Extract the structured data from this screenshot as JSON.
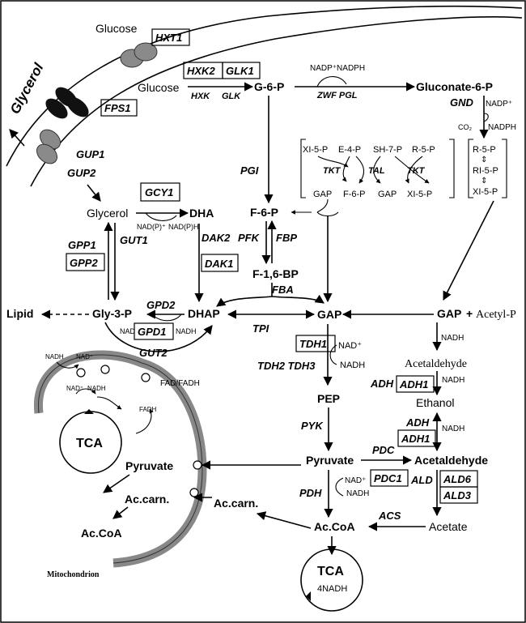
{
  "membrane": {
    "glycerol_label": "Glycerol",
    "glucose_out": "Glucose",
    "hxt1": "HXT1",
    "fps1": "FPS1",
    "gup1": "GUP1",
    "gup2": "GUP2"
  },
  "upper": {
    "glucose_in": "Glucose",
    "hxk2": "HXK2",
    "glk1": "GLK1",
    "hxk": "HXK",
    "glk": "GLK",
    "g6p": "G-6-P",
    "nadp_nadph": "NADP⁺NADPH",
    "zwf_pgl": "ZWF PGL",
    "gluconate": "Gluconate-6-P",
    "gnd": "GND",
    "nadp_plus": "NADP⁺",
    "co2": "CO₂",
    "nadph": "NADPH",
    "pgi": "PGI"
  },
  "ppp": {
    "xi5p_a": "XI-5-P",
    "e4p": "E-4-P",
    "sh7p": "SH-7-P",
    "r5p_a": "R-5-P",
    "tkt_a": "TKT",
    "tal": "TAL",
    "tkt_b": "TKT",
    "gap_a": "GAP",
    "f6p_a": "F-6-P",
    "gap_b": "GAP",
    "xi5p_b": "XI-5-P",
    "r5p_b": "R-5-P",
    "ri5p": "RI-5-P",
    "xi5p_c": "XI-5-P"
  },
  "glycerol_branch": {
    "gcy1": "GCY1",
    "glycerol": "Glycerol",
    "dha": "DHA",
    "nadp_plus": "NAD(P)⁺",
    "nadph": "NAD(P)H",
    "gpp1": "GPP1",
    "gut1": "GUT1",
    "gpp2": "GPP2",
    "dak2": "DAK2",
    "dak1": "DAK1",
    "lipid": "Lipid",
    "gly3p": "Gly-3-P",
    "gpd2": "GPD2",
    "nad": "NAD",
    "gpd1": "GPD1",
    "nadh": "NADH",
    "dhap": "DHAP",
    "gut2": "GUT2",
    "tpi": "TPI"
  },
  "glycolysis": {
    "f6p": "F-6-P",
    "pfk": "PFK",
    "fbp": "FBP",
    "f16bp": "F-1,6-BP",
    "fba": "FBA",
    "gap": "GAP",
    "tdh1": "TDH1",
    "nad_plus": "NAD⁺",
    "tdh23": "TDH2 TDH3",
    "nadh": "NADH",
    "pep": "PEP",
    "pyk": "PYK",
    "pyruvate": "Pyruvate",
    "pdc": "PDC",
    "pdc1": "PDC1",
    "nad_plus2": "NAD⁺",
    "nadh2": "NADH",
    "acetaldehyde": "Acetaldehyde",
    "pdh": "PDH",
    "ald": "ALD",
    "ald6": "ALD6",
    "ald3": "ALD3",
    "acs": "ACS",
    "acoa": "Ac.CoA",
    "acetate": "Acetate",
    "tca": "TCA",
    "four_nadh": "4NADH"
  },
  "phosphoketolase": {
    "gap": "GAP",
    "plus": "+",
    "acetylp": "Acetyl-P",
    "nadh": "NADH",
    "acetaldehyde": "Acetaldehyde",
    "adh": "ADH",
    "adh1": "ADH1",
    "nadh2": "NADH",
    "ethanol": "Ethanol",
    "adh_b": "ADH",
    "adh1_b": "ADH1",
    "nadh3": "NADH"
  },
  "mito": {
    "nadh": "NADH",
    "nad_plus": "NAD⁺",
    "nad_plus2": "NAD⁺",
    "nadh2": "NADH",
    "fad_fadh": "FAD/FADH",
    "fadh": "FADH",
    "tca": "TCA",
    "pyruvate": "Pyruvate",
    "ac_carn_in": "Ac.carn.",
    "acoa": "Ac.CoA",
    "ac_carn_out": "Ac.carn.",
    "label": "Mitochondrion"
  }
}
